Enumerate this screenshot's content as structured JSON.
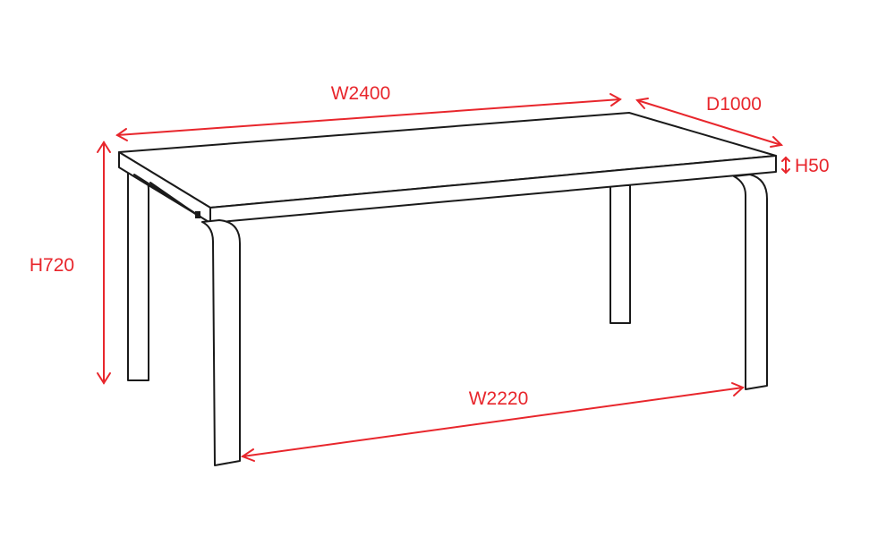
{
  "colors": {
    "dimension": "#e8262c",
    "outline": "#1a1a1a",
    "background": "#ffffff"
  },
  "dimensions": {
    "total_width": "W2400",
    "depth": "D1000",
    "top_thickness": "H50",
    "height": "H720",
    "inner_width": "W2220"
  }
}
